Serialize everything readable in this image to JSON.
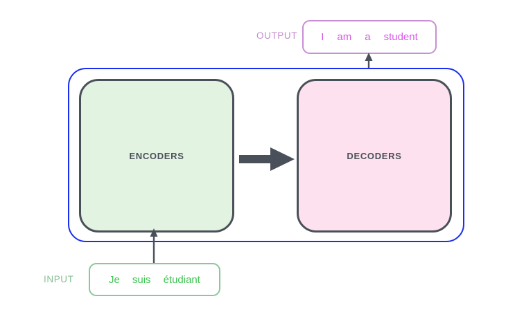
{
  "diagram": {
    "output": {
      "label": "OUTPUT",
      "tokens": [
        "I",
        "am",
        "a",
        "student"
      ],
      "token_color": "#d957e8",
      "border_color": "#c78fd4",
      "label_color": "#c48fd0"
    },
    "input": {
      "label": "INPUT",
      "tokens": [
        "Je",
        "suis",
        "étudiant"
      ],
      "token_color": "#3fc451",
      "border_color": "#8cc79a",
      "label_color": "#87bf93"
    },
    "encoders": {
      "label": "ENCODERS",
      "fill_color": "#e2f3e2",
      "border_color": "#4a5059"
    },
    "decoders": {
      "label": "DECODERS",
      "fill_color": "#fde1ee",
      "border_color": "#4a5059"
    },
    "container": {
      "border_color": "#1a2ef0"
    },
    "arrows": {
      "encoder_to_decoder": "right-arrow-icon",
      "decoder_to_output": "up-arrow-icon",
      "input_to_encoder": "up-arrow-icon",
      "color": "#4a5059"
    },
    "background_color": "#ffffff"
  }
}
